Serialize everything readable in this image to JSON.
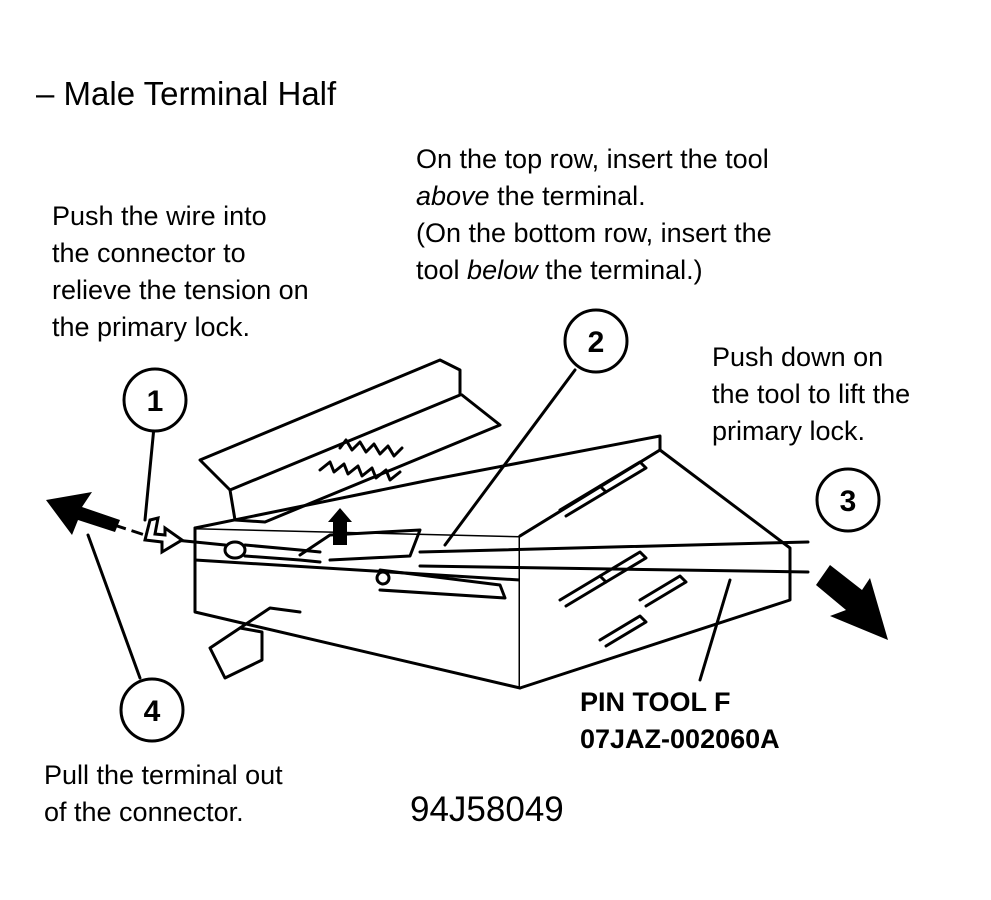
{
  "title": "– Male Terminal Half",
  "note_top": {
    "line1": "On the top row, insert the tool",
    "line2_italic": "above",
    "line2_rest": " the terminal.",
    "line3": "(On the bottom row, insert the",
    "line4_pre": "tool ",
    "line4_italic": "below",
    "line4_rest": " the terminal.)"
  },
  "note_push": [
    "Push the wire into",
    "the connector to",
    "relieve the tension on",
    "the primary lock."
  ],
  "note_down": [
    "Push down on",
    "the tool to lift the",
    "primary lock."
  ],
  "note_pull": [
    "Pull the terminal out",
    "of the connector."
  ],
  "tool_label": [
    "PIN TOOL F",
    "07JAZ-002060A"
  ],
  "figure_id": "94J58049",
  "callouts": [
    "1",
    "2",
    "3",
    "4"
  ]
}
